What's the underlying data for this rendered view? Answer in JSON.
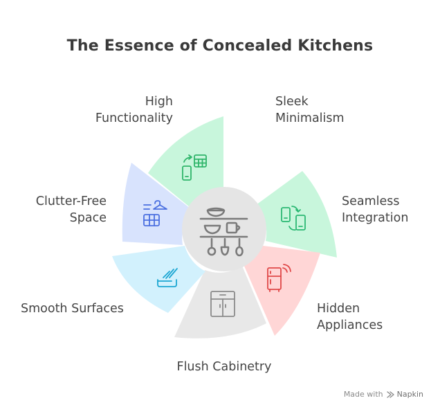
{
  "title": "The Essence of Concealed Kitchens",
  "segments": [
    {
      "id": "high-functionality",
      "lines": [
        "High",
        "Functionality"
      ],
      "color": "#c8f6dc",
      "stroke": "#31b86a",
      "icon": "phone-calculator-icon"
    },
    {
      "id": "sleek-minimalism",
      "lines": [
        "Sleek",
        "Minimalism"
      ],
      "color": "#ffffff",
      "stroke": "#2bb873",
      "icon": ""
    },
    {
      "id": "seamless-integration",
      "lines": [
        "Seamless",
        "Integration"
      ],
      "color": "#c8f6dc",
      "stroke": "#2bb873",
      "icon": "devices-sync-icon"
    },
    {
      "id": "hidden-appliances",
      "lines": [
        "Hidden",
        "Appliances"
      ],
      "color": "#ffd6d6",
      "stroke": "#e04848",
      "icon": "smart-fridge-icon"
    },
    {
      "id": "flush-cabinetry",
      "lines": [
        "Flush Cabinetry"
      ],
      "color": "#e8e8e8",
      "stroke": "#8c8c8c",
      "icon": "cabinet-icon"
    },
    {
      "id": "smooth-surfaces",
      "lines": [
        "Smooth Surfaces"
      ],
      "color": "#d2f1fd",
      "stroke": "#1ba6d2",
      "icon": "surface-shine-icon"
    },
    {
      "id": "clutter-free-space",
      "lines": [
        "Clutter-Free",
        "Space"
      ],
      "color": "#d8e3fd",
      "stroke": "#4a6fe0",
      "icon": "organized-storage-icon"
    }
  ],
  "center_icon": "kitchen-shelf-icon",
  "footer": {
    "made_with": "Made with",
    "brand": "Napkin"
  }
}
